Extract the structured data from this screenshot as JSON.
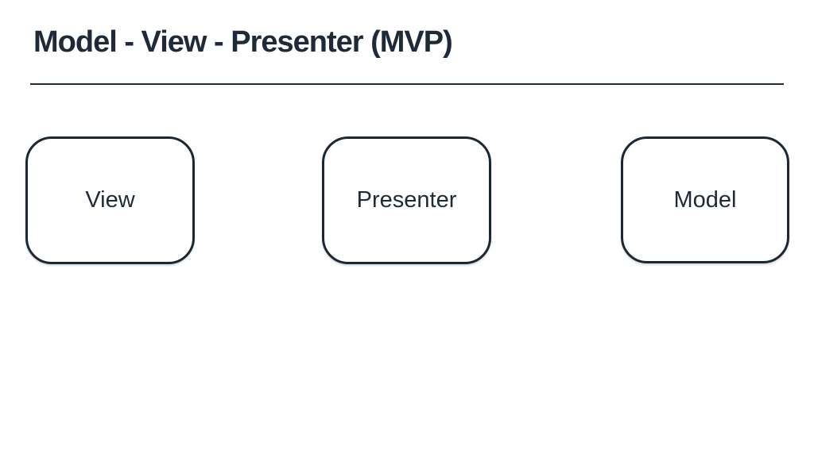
{
  "slide": {
    "title": "Model - View - Presenter (MVP)"
  },
  "diagram": {
    "boxes": [
      {
        "label": "View"
      },
      {
        "label": "Presenter"
      },
      {
        "label": "Model"
      }
    ]
  },
  "colors": {
    "ink": "#1e2a38",
    "border": "#1c2733",
    "background": "#ffffff"
  }
}
